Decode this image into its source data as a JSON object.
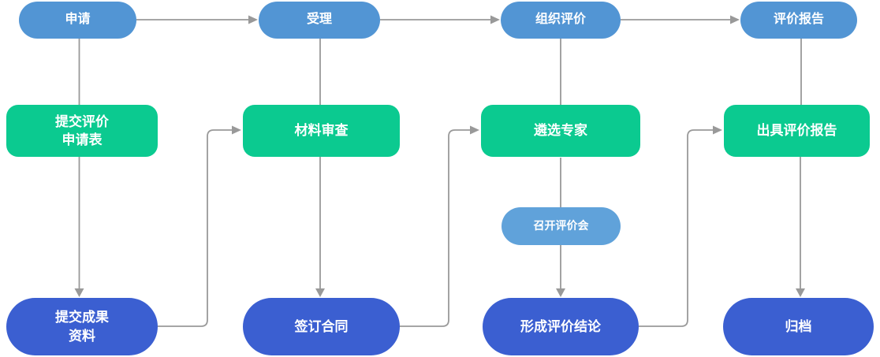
{
  "diagram": {
    "stages": [
      {
        "label": "申请"
      },
      {
        "label": "受理"
      },
      {
        "label": "组织评价"
      },
      {
        "label": "评价报告"
      }
    ],
    "processes": [
      {
        "label": "提交评价\n申请表"
      },
      {
        "label": "材料审查"
      },
      {
        "label": "遴选专家"
      },
      {
        "label": "出具评价报告"
      }
    ],
    "results": [
      {
        "label": "提交成果\n资料"
      },
      {
        "label": "签订合同"
      },
      {
        "label": "形成评价结论"
      },
      {
        "label": "归档"
      }
    ],
    "meeting": {
      "label": "召开评价会"
    }
  },
  "colors": {
    "stage_fill": "#5295d4",
    "process_fill": "#0bca90",
    "result_fill": "#3b5fd1",
    "meeting_fill": "#60a2da",
    "connector": "#999999",
    "label_text": "#ffffff",
    "background": "#ffffff"
  }
}
